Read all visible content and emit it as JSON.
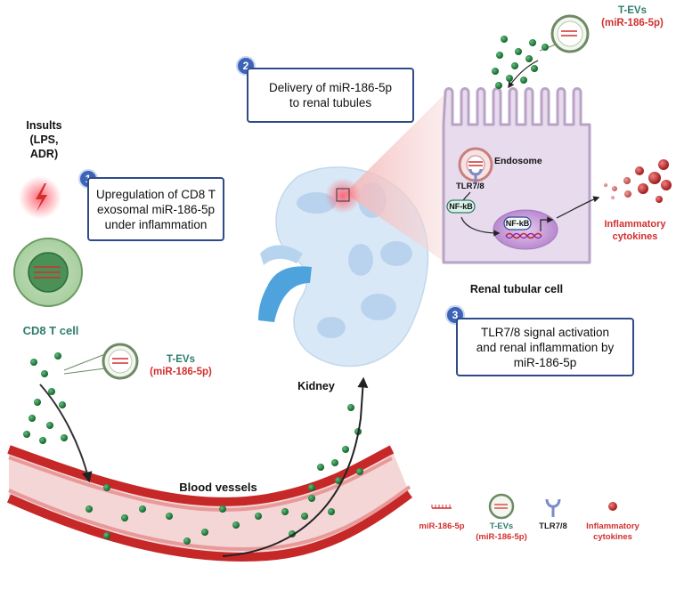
{
  "insults": {
    "title": "Insults",
    "agents": "(LPS, ADR)"
  },
  "steps": [
    {
      "number": "1",
      "text_lines": [
        "Upregulation of CD8 T",
        "exosomal miR-186-5p",
        "under inflammation"
      ]
    },
    {
      "number": "2",
      "text_lines": [
        "Delivery of miR-186-5p",
        "to renal tubules"
      ]
    },
    {
      "number": "3",
      "text_lines": [
        "TLR7/8 signal activation",
        "and renal inflammation by",
        "miR-186-5p"
      ]
    }
  ],
  "labels": {
    "cd8_t_cell": "CD8 T cell",
    "tev": "T-EVs",
    "tev_cargo": "(miR-186-5p)",
    "kidney": "Kidney",
    "blood_vessels": "Blood vessels",
    "renal_tubular_cell": "Renal tubular cell",
    "endosome": "Endosome",
    "tlr": "TLR7/8",
    "nfkb": "NF-kB",
    "inflammatory_cytokines": [
      "Inflammatory",
      "cytokines"
    ]
  },
  "legend": [
    {
      "icon": "mirna-icon",
      "label_lines": [
        "miR-186-5p"
      ],
      "color": "#d32f2f"
    },
    {
      "icon": "tev-icon",
      "label_lines": [
        "T-EVs",
        "(miR-186-5p)"
      ],
      "color": "#2f7d6d"
    },
    {
      "icon": "tlr-icon",
      "label_lines": [
        "TLR7/8"
      ],
      "color": "#222222"
    },
    {
      "icon": "cytokine-icon",
      "label_lines": [
        "Inflammatory",
        "cytokines"
      ],
      "color": "#d32f2f"
    }
  ],
  "colors": {
    "step_box_border": "#2f4a8a",
    "step_badge": "#3d63b8",
    "tev_text": "#2f7d6d",
    "mirna_red": "#d32f2f",
    "cell_membrane": "#b9a3c6",
    "cell_fill": "#e7dbed",
    "kidney_fill": "#d9e8f6",
    "vessel_red": "#c62828",
    "vesicle_green": "#1f7a3a"
  }
}
